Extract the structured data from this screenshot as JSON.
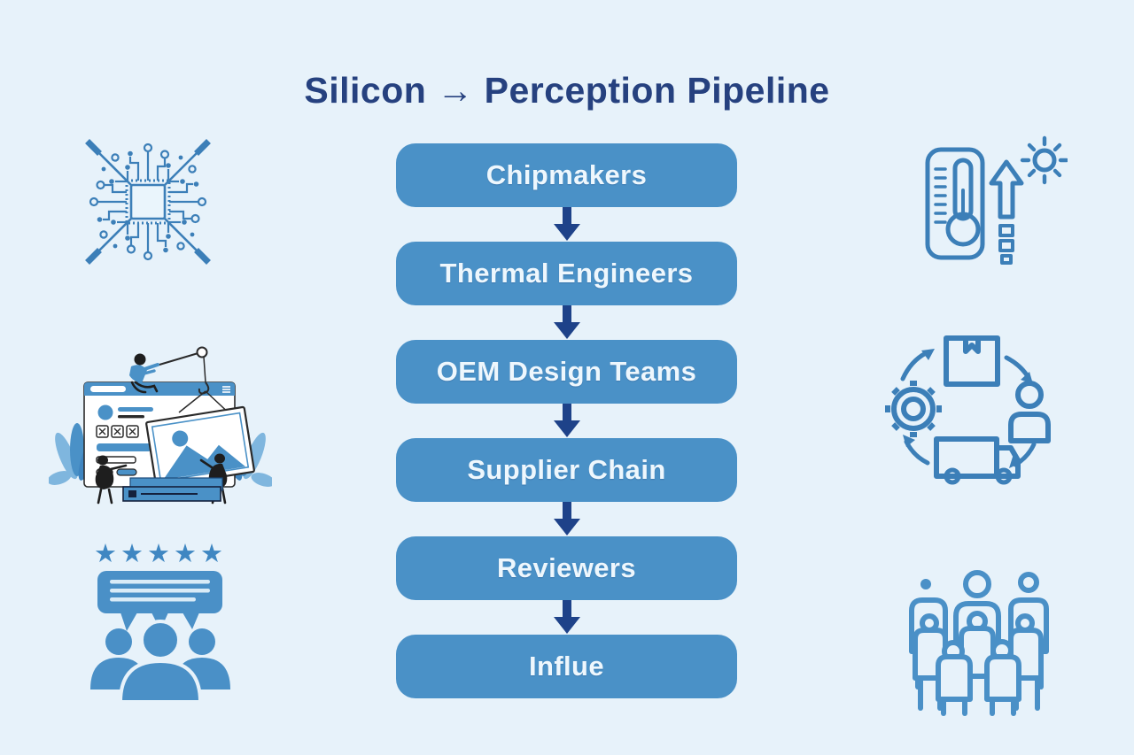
{
  "title": "Silicon → Perception Pipeline",
  "pipeline": {
    "stages": [
      {
        "label": "Chipmakers"
      },
      {
        "label": "Thermal Engineers"
      },
      {
        "label": "OEM Design Teams"
      },
      {
        "label": "Supplier Chain"
      },
      {
        "label": "Reviewers"
      },
      {
        "label": "Influe"
      }
    ]
  },
  "illustrations": {
    "chip": {
      "icon": "chip-circuit-illustration"
    },
    "website_builder": {
      "icon": "website-builder-illustration"
    },
    "reviews": {
      "icon": "customer-reviews-illustration",
      "stars": "★★★★★"
    },
    "thermometer": {
      "icon": "thermometer-sun-icon"
    },
    "supply_chain": {
      "icon": "supply-chain-cycle-icon"
    },
    "crowd": {
      "icon": "crowd-icon"
    }
  },
  "colors": {
    "background": "#e7f2fa",
    "stage_fill": "#4a91c7",
    "stage_text": "#eef7fd",
    "connector_arrow": "#1e4289",
    "title_text": "#26417f",
    "icon_stroke": "#3c7fb8"
  }
}
